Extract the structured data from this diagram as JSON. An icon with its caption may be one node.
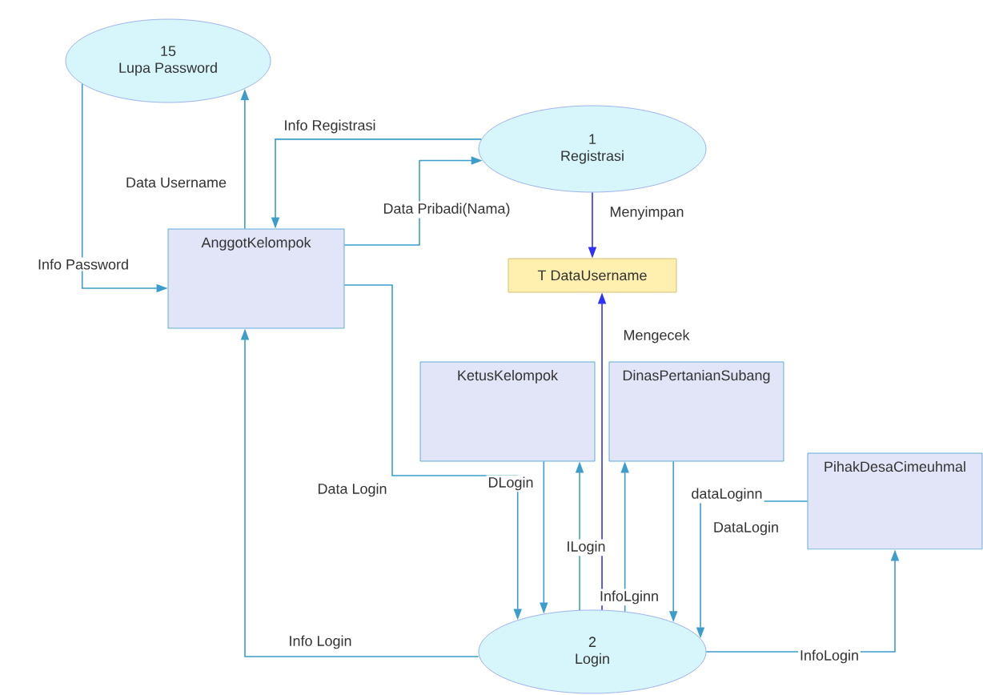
{
  "diagram": {
    "nodes": [
      {
        "text": [
          "15",
          "Lupa Password"
        ]
      },
      {
        "text": [
          "1",
          "Registrasi"
        ]
      },
      {
        "text": [
          "AnggotKelompok"
        ]
      },
      {
        "text": [
          "T DataUsername"
        ]
      },
      {
        "text": [
          "KetusKelompok"
        ]
      },
      {
        "text": [
          "DinasPertanianSubang"
        ]
      },
      {
        "text": [
          "PihakDesaCimeuhmal"
        ]
      },
      {
        "text": [
          "2",
          "Login"
        ]
      }
    ],
    "edges": [
      {
        "from": 2,
        "to": 0,
        "arrow": "to",
        "label": "Data Username"
      },
      {
        "from": 0,
        "to": 2,
        "arrow": "to",
        "label": "Info Password"
      },
      {
        "from": 1,
        "to": 2,
        "arrow": "to",
        "label": "Info Registrasi"
      },
      {
        "from": 2,
        "to": 1,
        "arrow": "to",
        "label": "Data Pribadi(Nama)"
      },
      {
        "from": 1,
        "to": 3,
        "arrow": "to",
        "label": "Menyimpan",
        "color": "#3030ff"
      },
      {
        "from": 7,
        "to": 3,
        "arrow": "to",
        "label": "Mengecek",
        "color": "#3030ff"
      },
      {
        "from": 2,
        "to": 7,
        "arrow": "to",
        "label": "Data Login"
      },
      {
        "from": 4,
        "to": 7,
        "arrow": "to",
        "label": "DLogin"
      },
      {
        "from": 7,
        "to": 4,
        "arrow": "to",
        "label": "ILogin"
      },
      {
        "from": 7,
        "to": 5,
        "arrow": "to",
        "label": "InfoLginn"
      },
      {
        "from": 5,
        "to": 7,
        "arrow": "to",
        "label": "dataLoginn"
      },
      {
        "from": 6,
        "to": 7,
        "arrow": "to",
        "label": "DataLogin"
      },
      {
        "from": 7,
        "to": 6,
        "arrow": "to",
        "label": "InfoLogin"
      },
      {
        "from": 7,
        "to": 2,
        "arrow": "to",
        "label": "Info Login"
      }
    ]
  }
}
